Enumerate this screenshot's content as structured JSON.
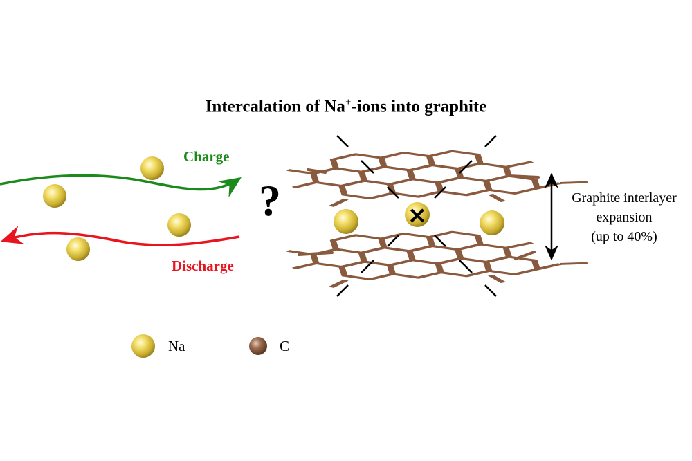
{
  "title": {
    "prefix": "Intercalation of Na",
    "superscript": "+",
    "suffix": "-ions into graphite"
  },
  "flow": {
    "charge_label": "Charge",
    "discharge_label": "Discharge",
    "charge_color": "#1a8a1a",
    "discharge_color": "#e8141e"
  },
  "question_mark": "?",
  "blocked_marker": "×",
  "expansion_note": {
    "line1": "Graphite interlayer",
    "line2": "expansion",
    "line3": "(up to 40%)"
  },
  "legend": {
    "na_label": "Na",
    "c_label": "C"
  },
  "colors": {
    "sodium": "#e8cf4a",
    "carbon": "#8a5a3f"
  }
}
